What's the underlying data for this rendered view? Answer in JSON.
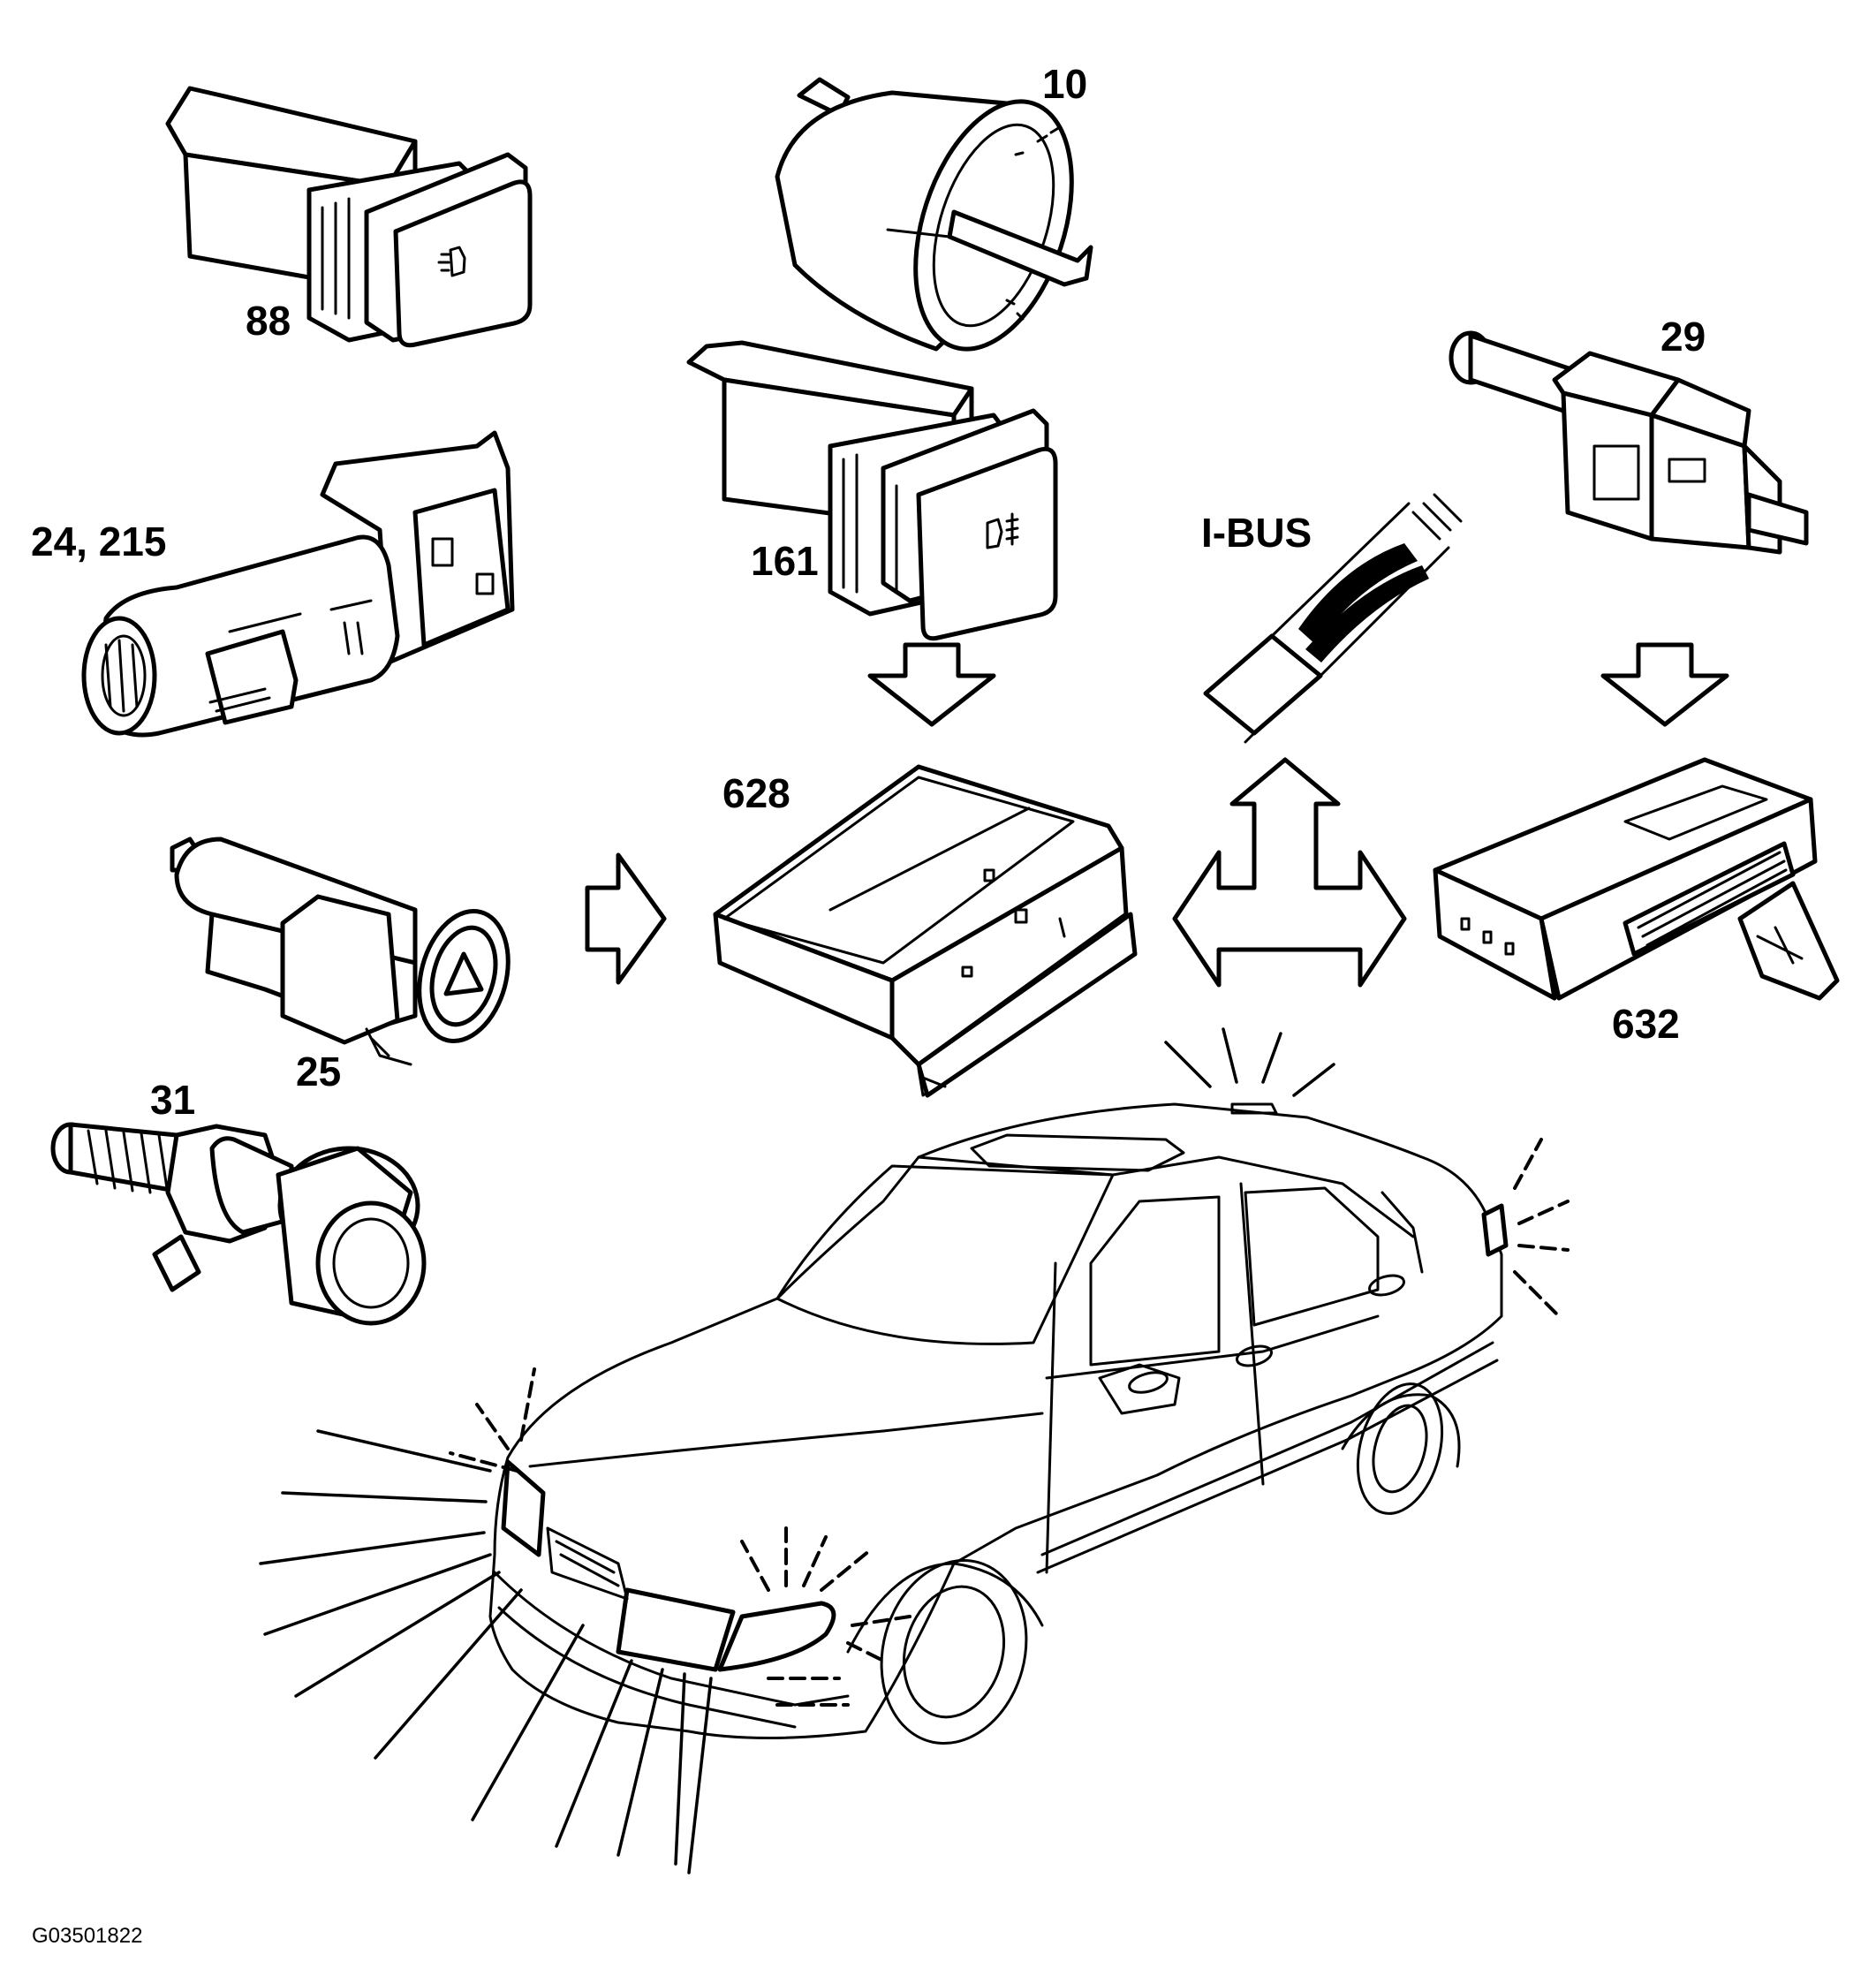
{
  "components": [
    {
      "id": "switch_88",
      "label": "88"
    },
    {
      "id": "light_switch_10",
      "label": "10"
    },
    {
      "id": "switch_161",
      "label": "161"
    },
    {
      "id": "brake_switch_29",
      "label": "29"
    },
    {
      "id": "stalk_24_215",
      "label": "24, 215"
    },
    {
      "id": "hazard_switch_25",
      "label": "25"
    },
    {
      "id": "reverse_switch_31",
      "label": "31"
    },
    {
      "id": "control_module_628",
      "label": "628"
    },
    {
      "id": "control_module_632",
      "label": "632"
    }
  ],
  "bus_label": "I-BUS",
  "figure_id": "G03501822"
}
